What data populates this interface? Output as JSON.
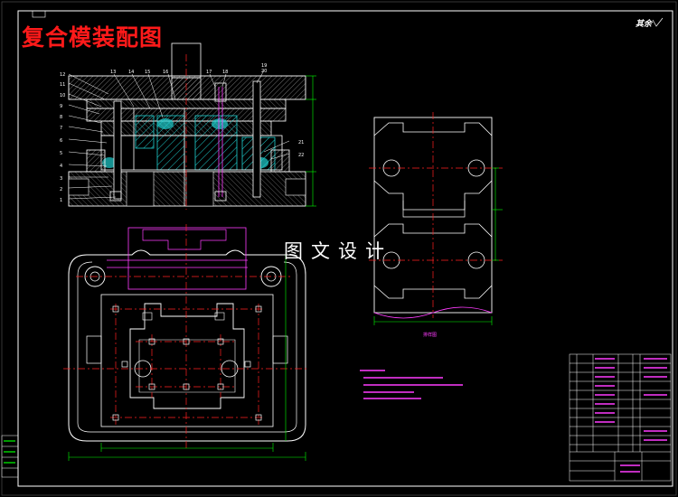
{
  "drawing": {
    "title": "复合模装配图",
    "watermark": "图文设计",
    "roughness_note": "其余",
    "colors": {
      "background": "#000000",
      "outline": "#ffffff",
      "title": "#ff1a1a",
      "center_line": "#ff2020",
      "dimension": "#00ff00",
      "strip_outline": "#ff3cff",
      "hatch": "#1fd0d0",
      "note_text": "#ff3cff"
    },
    "part_numbers": [
      "12",
      "13",
      "14",
      "15",
      "16",
      "17",
      "18",
      "19",
      "20",
      "11",
      "10",
      "9",
      "8",
      "7",
      "6",
      "5",
      "4",
      "3",
      "2",
      "1",
      "21",
      "22"
    ],
    "views": [
      "front-section-view",
      "top-view",
      "strip-layout-view",
      "technical-notes",
      "title-block",
      "parts-list"
    ],
    "strip_label": "排样图"
  }
}
